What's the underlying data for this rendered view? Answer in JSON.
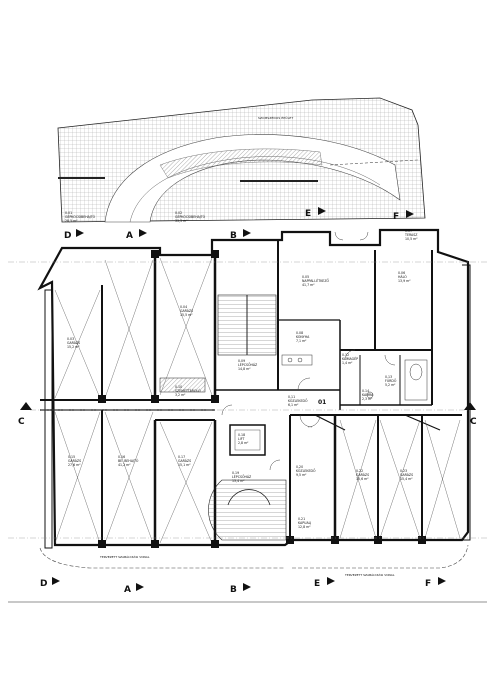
{
  "drawing": {
    "top_caption": "SZOMSZÉDOS ÉPÜLET",
    "bottom_caption_left": "TERVEZETT SZABÁLYZÁSI VONAL",
    "bottom_caption_right": "TERVEZETT SZABÁLYZÁSI VONAL",
    "section_label": "01"
  },
  "axes": {
    "top": [
      "D",
      "A",
      "B",
      "E",
      "F"
    ],
    "bottom": [
      "D",
      "A",
      "B",
      "E",
      "F"
    ],
    "section_left": "C",
    "section_right": "C"
  },
  "rooms": [
    {
      "code": "0.01",
      "name": "GÉPKOCSIBEHAJTÓ",
      "area": "28,5 m²"
    },
    {
      "code": "0.02",
      "name": "GÉPKOCSIBEHAJTÓ",
      "area": "33,3 m²"
    },
    {
      "code": "0.03",
      "name": "GARÁZS",
      "area": "15,2 m²"
    },
    {
      "code": "0.04",
      "name": "GARÁZS",
      "area": "15,5 m²"
    },
    {
      "code": "0.05",
      "name": "NAPPALI-ÉTKEZŐ",
      "area": "41,7 m²"
    },
    {
      "code": "0.06",
      "name": "HÁLÓ",
      "area": "13,9 m²"
    },
    {
      "code": "0.07",
      "name": "TERASZ",
      "area": "10,5 m²"
    },
    {
      "code": "0.08",
      "name": "KONYHA",
      "area": "7,1 m²"
    },
    {
      "code": "0.09",
      "name": "LÉPCSŐHÁZ",
      "area": "14,8 m²"
    },
    {
      "code": "0.10",
      "name": "SZEMÉTTÁROLÓ",
      "area": "3,2 m²"
    },
    {
      "code": "0.11",
      "name": "KÖZLEKEDŐ",
      "area": "6,1 m²"
    },
    {
      "code": "0.12",
      "name": "KLÍMAGÉP",
      "area": "1,4 m²"
    },
    {
      "code": "0.13",
      "name": "FÜRDŐ",
      "area": "5,2 m²"
    },
    {
      "code": "0.14",
      "name": "KAMRA",
      "area": "2,3 m²"
    },
    {
      "code": "0.15",
      "name": "GARÁZS",
      "area": "27,6 m²"
    },
    {
      "code": "0.16",
      "name": "BE. BEHAJTÓ",
      "area": "41,2 m²"
    },
    {
      "code": "0.17",
      "name": "GARÁZS",
      "area": "15,1 m²"
    },
    {
      "code": "0.18",
      "name": "LIFT",
      "area": "2,8 m²"
    },
    {
      "code": "0.19",
      "name": "LÉPCSŐHÁZ",
      "area": "13,4 m²"
    },
    {
      "code": "0.20",
      "name": "KÖZLEKEDŐ",
      "area": "9,5 m²"
    },
    {
      "code": "0.21",
      "name": "KAPUALJ",
      "area": "12,8 m²"
    },
    {
      "code": "0.22",
      "name": "GARÁZS",
      "area": "15,6 m²"
    },
    {
      "code": "0.23",
      "name": "GARÁZS",
      "area": "15,4 m²"
    }
  ]
}
